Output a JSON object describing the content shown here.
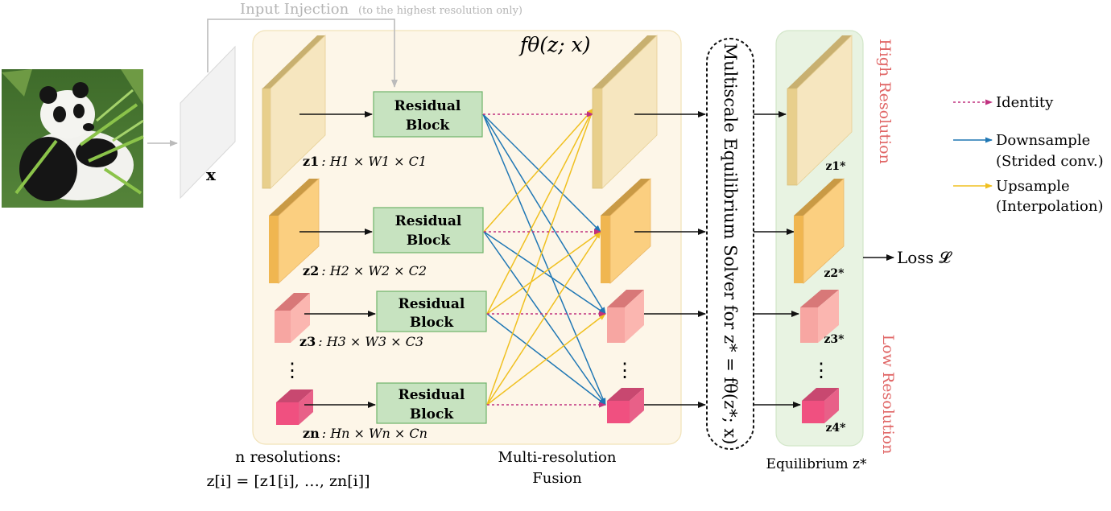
{
  "input_injection": {
    "title": "Input Injection",
    "note": "(to the highest resolution only)"
  },
  "input_label": "x",
  "function_label": "fθ(z; x)",
  "block_label_line1": "Residual",
  "block_label_line2": "Block",
  "branches": [
    {
      "z": "z1",
      "dims": ": H1 × W1 × C1"
    },
    {
      "z": "z2",
      "dims": ": H2 × W2 × C2"
    },
    {
      "z": "z3",
      "dims": ": H3 × W3 × C3"
    },
    {
      "z": "zn",
      "dims": ": Hn × Wn × Cn"
    }
  ],
  "vertical_dots": "⋮",
  "resolutions_line1": "n resolutions:",
  "resolutions_line2": "z[i] = [z1[i], …, zn[i]]",
  "fusion_line1": "Multi-resolution",
  "fusion_line2": "Fusion",
  "solver_text": "Multiscale Equilibrium Solver for z* = fθ(z*; x)",
  "equilibrium_label": "Equilibrium z*",
  "outputs": [
    "z1*",
    "z2*",
    "z3*",
    "z4*"
  ],
  "high_resolution": "High Resolution",
  "low_resolution": "Low Resolution",
  "loss": "Loss 𝓛",
  "legend": {
    "identity": "Identity",
    "downsample": "Downsample",
    "downsample_sub": "(Strided conv.)",
    "upsample": "Upsample",
    "upsample_sub": "(Interpolation)"
  },
  "colors": {
    "identity": "#c0317f",
    "downsample": "#1f77b4",
    "upsample": "#f0c020",
    "block_fill": "#c7e3c0",
    "block_stroke": "#6fb36a",
    "fusion_bg": "#fdf6e8",
    "equilibrium_bg": "#e8f3e2",
    "resolution_text": "#e06666"
  }
}
